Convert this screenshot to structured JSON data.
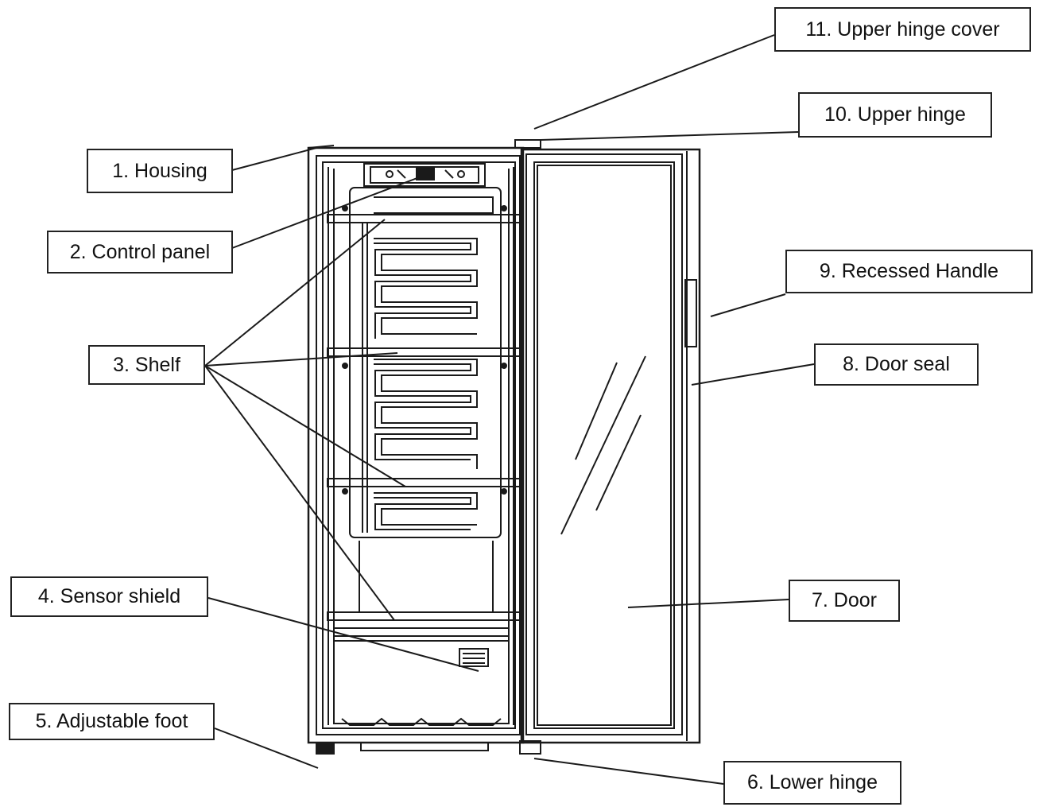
{
  "labels": {
    "housing": "1. Housing",
    "control_panel": "2. Control panel",
    "shelf": "3. Shelf",
    "sensor_shield": "4. Sensor shield",
    "adjustable_foot": "5. Adjustable foot",
    "lower_hinge": "6. Lower hinge",
    "door": "7. Door",
    "door_seal": "8. Door seal",
    "recessed_handle": "9. Recessed Handle",
    "upper_hinge": "10. Upper hinge",
    "upper_hinge_cover": "11. Upper hinge cover"
  },
  "colors": {
    "line": "#1a1a1a",
    "background": "#ffffff"
  }
}
